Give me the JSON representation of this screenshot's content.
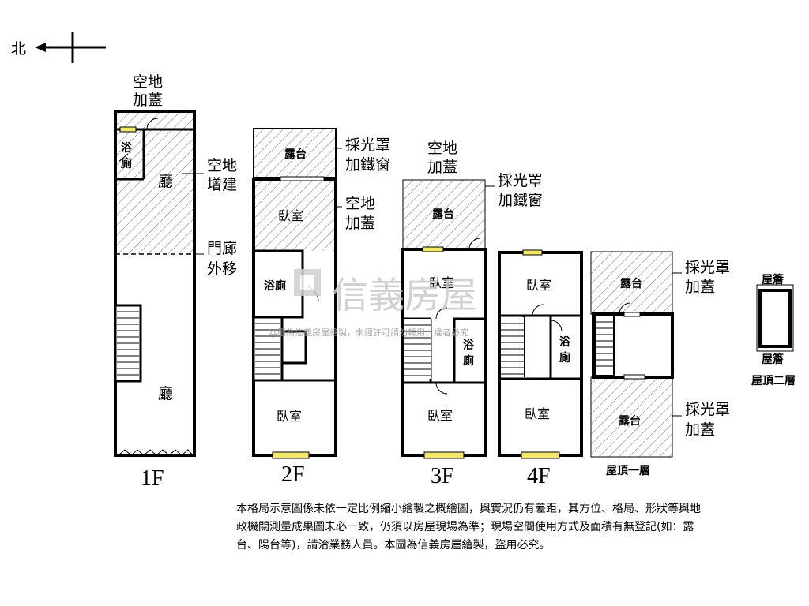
{
  "compass": {
    "north": "北"
  },
  "labels": {
    "land_added_lines": [
      "空地",
      "加蓋"
    ],
    "land_extension_lines": [
      "空地",
      "增建"
    ],
    "porch_moved_lines": [
      "門廊",
      "外移"
    ],
    "skylight_iron_window_lines": [
      "採光罩",
      "加鐵窗"
    ],
    "skylight_added_lines": [
      "採光罩",
      "加蓋"
    ]
  },
  "rooms": {
    "hall": "廳",
    "bathroom": "浴廁",
    "bath_top": "浴",
    "bath_bottom": "廁",
    "bedroom": "臥室",
    "terrace": "露台",
    "eaves": "屋簷"
  },
  "floors": {
    "f1": "1F",
    "f2": "2F",
    "f3": "3F",
    "f4": "4F",
    "roof1": "屋頂一層",
    "roof2": "屋頂二層"
  },
  "watermark": {
    "brand": "信義房屋",
    "notice": "本圖為信義房屋繪製，未經許可請勿轉用，違者必究"
  },
  "disclaimer": "本格局示意圖係未依一定比例縮小繪製之概繪圖，與實況仍有差距，其方位、格局、形狀等與地政機關測量成果圖未必一致，仍須以房屋現場為準；現場空間使用方式及面積有無登記(如：露台、陽台等)，請洽業務人員。本圖為信義房屋繪製，盜用必究。"
}
